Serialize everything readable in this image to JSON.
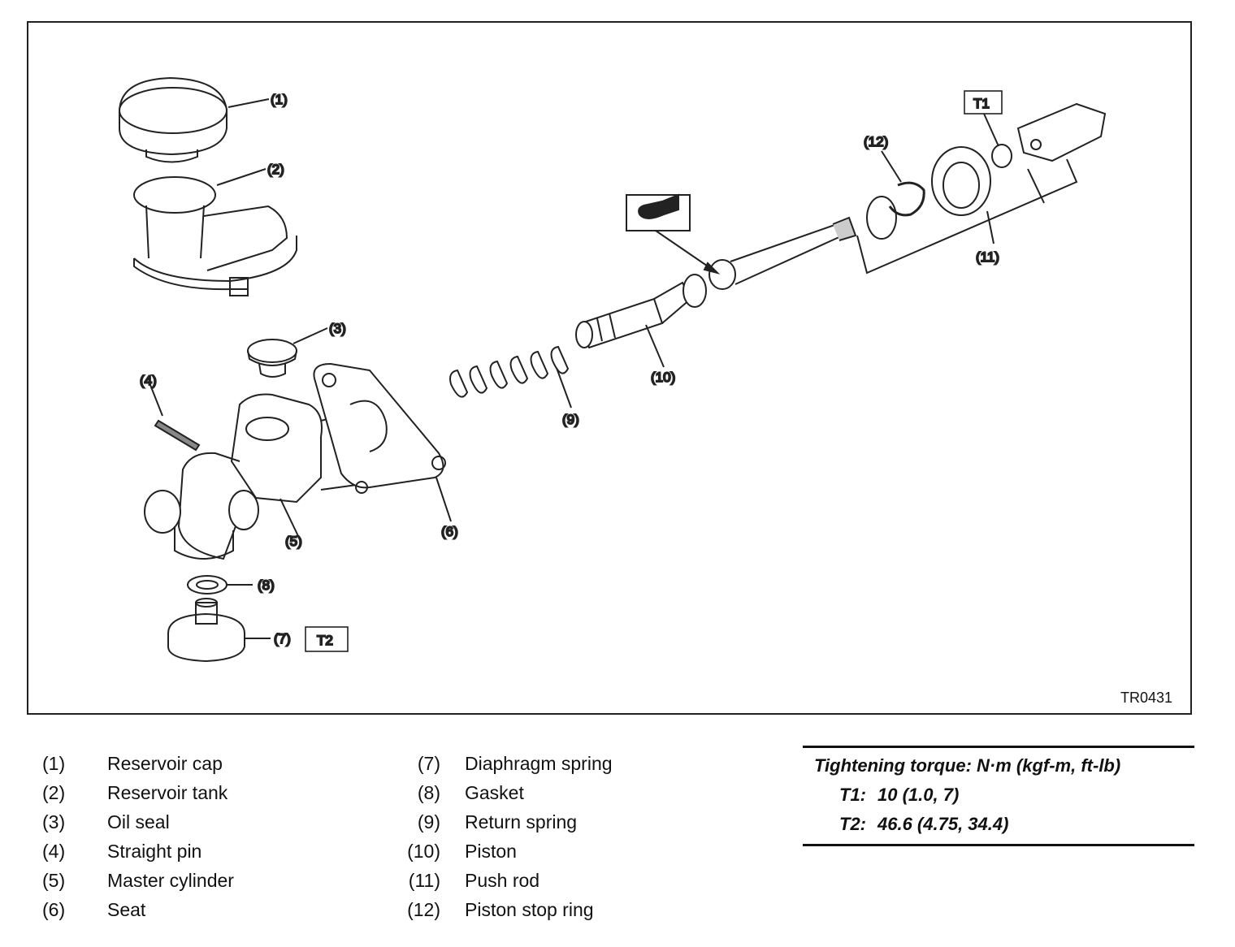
{
  "figure_code": "TR0431",
  "callouts": {
    "c1": "(1)",
    "c2": "(2)",
    "c3": "(3)",
    "c4": "(4)",
    "c5": "(5)",
    "c6": "(6)",
    "c7": "(7)",
    "c8": "(8)",
    "c9": "(9)",
    "c10": "(10)",
    "c11": "(11)",
    "c12": "(12)",
    "t1": "T1",
    "t2": "T2"
  },
  "legend": [
    {
      "num": "(1)",
      "label": "Reservoir cap"
    },
    {
      "num": "(2)",
      "label": "Reservoir tank"
    },
    {
      "num": "(3)",
      "label": "Oil seal"
    },
    {
      "num": "(4)",
      "label": "Straight pin"
    },
    {
      "num": "(5)",
      "label": "Master cylinder"
    },
    {
      "num": "(6)",
      "label": "Seat"
    },
    {
      "num": "(7)",
      "label": "Diaphragm spring"
    },
    {
      "num": "(8)",
      "label": "Gasket"
    },
    {
      "num": "(9)",
      "label": "Return spring"
    },
    {
      "num": "(10)",
      "label": "Piston"
    },
    {
      "num": "(11)",
      "label": "Push rod"
    },
    {
      "num": "(12)",
      "label": "Piston stop ring"
    }
  ],
  "torque": {
    "title": "Tightening torque: N·m (kgf-m, ft-lb)",
    "rows": [
      {
        "key": "T1:",
        "value": "10 (1.0, 7)"
      },
      {
        "key": "T2:",
        "value": "46.6 (4.75, 34.4)"
      }
    ]
  }
}
